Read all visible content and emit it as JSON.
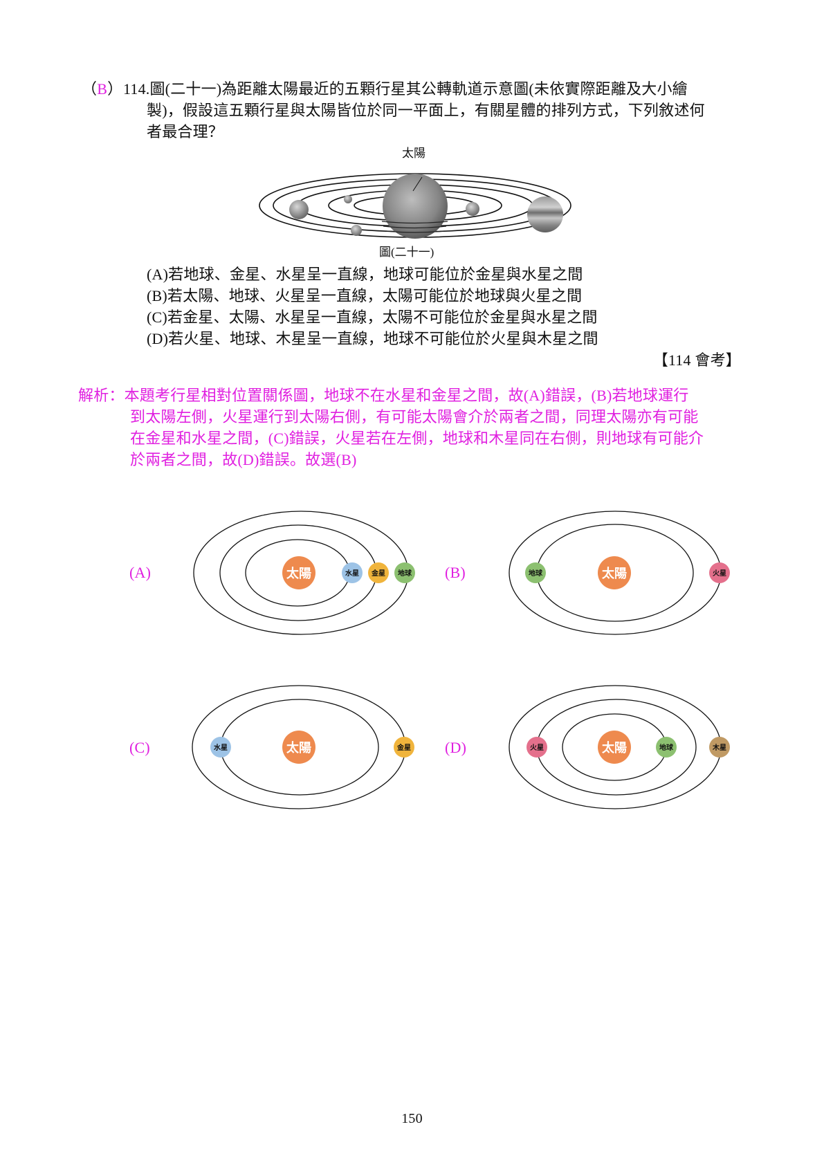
{
  "question": {
    "answer_prefix_open": "（",
    "answer": "B",
    "answer_prefix_close": "）",
    "number_and_line1": "114.圖(二十一)為距離太陽最近的五顆行星其公轉軌道示意圖(未依實際距離及大小繪",
    "line2": "製)，假設這五顆行星與太陽皆位於同一平面上，有關星體的排列方式，下列敘述何",
    "line3": "者最合理？"
  },
  "figure": {
    "sun_label": "太陽",
    "caption": "圖(二十一)"
  },
  "options": [
    {
      "label": "(A)若地球、金星、水星呈一直線，地球可能位於金星與水星之間"
    },
    {
      "label": "(B)若太陽、地球、火星呈一直線，太陽可能位於地球與火星之間"
    },
    {
      "label": "(C)若金星、太陽、水星呈一直線，太陽不可能位於金星與水星之間"
    },
    {
      "label": "(D)若火星、地球、木星呈一直線，地球不可能位於火星與木星之間"
    }
  ],
  "source": "【114 會考】",
  "analysis": {
    "line1": "解析：本題考行星相對位置關係圖，地球不在水星和金星之間，故(A)錯誤，(B)若地球運行",
    "line2": "到太陽左側，火星運行到太陽右側，有可能太陽會介於兩者之間，同理太陽亦有可能",
    "line3": "在金星和水星之間，(C)錯誤，火星若在左側，地球和木星同在右側，則地球有可能介",
    "line4": "於兩者之間，故(D)錯誤。故選(B)"
  },
  "diagrams": {
    "sun": "太陽",
    "panels": [
      {
        "label": "(A)",
        "planets": [
          "水星",
          "金星",
          "地球"
        ]
      },
      {
        "label": "(B)",
        "planets": [
          "地球",
          "火星"
        ]
      },
      {
        "label": "(C)",
        "planets": [
          "水星",
          "金星"
        ]
      },
      {
        "label": "(D)",
        "planets": [
          "火星",
          "地球",
          "木星"
        ]
      }
    ]
  },
  "colors": {
    "accent_magenta": "#e020e0",
    "sun": "#ee8a4e",
    "mercury": "#9dc3e6",
    "venus": "#f0b43c",
    "earth": "#8cc070",
    "mars": "#e4708c",
    "jupiter": "#c09a64"
  },
  "page_number": "150"
}
